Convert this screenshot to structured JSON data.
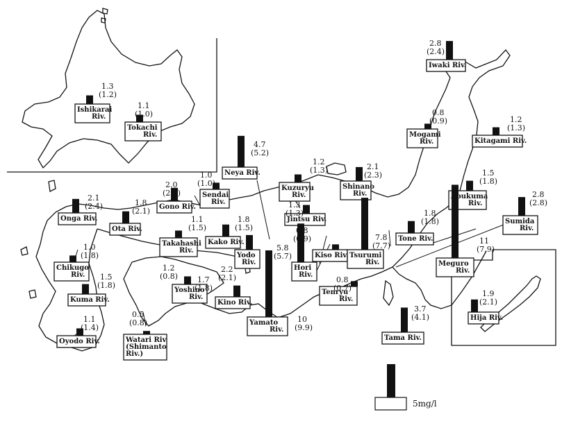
{
  "chart_data": {
    "type": "bar",
    "unit_label": "5mg/l",
    "legend_value": 5,
    "stations": [
      {
        "name": "Ishikarai",
        "sub": "Riv.",
        "value": "1.3",
        "value2": "(1.2)",
        "v": 1.3
      },
      {
        "name": "Tokachi",
        "sub": "Riv.",
        "value": "1.1",
        "value2": "(1.0)",
        "v": 1.1
      },
      {
        "name": "Iwaki Riv.",
        "sub": "",
        "value": "2.8",
        "value2": "(2.4)",
        "v": 2.8
      },
      {
        "name": "Mogami",
        "sub": "Riv.",
        "value": "0.8",
        "value2": "(0.9)",
        "v": 0.8
      },
      {
        "name": "Kitagami Riv.",
        "sub": "",
        "value": "1.2",
        "value2": "(1.3)",
        "v": 1.2
      },
      {
        "name": "Neya Riv.",
        "sub": "",
        "value": "4.7",
        "value2": "(5.2)",
        "v": 4.7
      },
      {
        "name": "Kuzuryu",
        "sub": "Riv.",
        "value": "1.2",
        "value2": "(1.3)",
        "v": 1.2
      },
      {
        "name": "Shinano",
        "sub": "Riv.",
        "value": "2.1",
        "value2": "(2.3)",
        "v": 2.1
      },
      {
        "name": "Sendai",
        "sub": "Riv.",
        "value": "1.0",
        "value2": "(1.0)",
        "v": 1.0
      },
      {
        "name": "Gono Riv.",
        "sub": "",
        "value": "2.0",
        "value2": "(2.4)",
        "v": 2.0
      },
      {
        "name": "Abukuma",
        "sub": "Riv.",
        "value": "1.5",
        "value2": "(1.8)",
        "v": 1.5
      },
      {
        "name": "Onga Riv.",
        "sub": "",
        "value": "2.1",
        "value2": "(2.4)",
        "v": 2.1
      },
      {
        "name": "Ota Riv.",
        "sub": "",
        "value": "1.8",
        "value2": "(2.1)",
        "v": 1.8
      },
      {
        "name": "Jintsu Riv.",
        "sub": "",
        "value": "1.3",
        "value2": "(1.3)",
        "v": 1.3
      },
      {
        "name": "Sumida",
        "sub": "Riv.",
        "value": "2.8",
        "value2": "(2.8)",
        "v": 2.8
      },
      {
        "name": "Takahashi",
        "sub": "Riv.",
        "value": "1.1",
        "value2": "(1.5)",
        "v": 1.1
      },
      {
        "name": "Kako Riv.",
        "sub": "",
        "value": "1.8",
        "value2": "(1.5)",
        "v": 1.8
      },
      {
        "name": "Tone Riv.",
        "sub": "",
        "value": "1.8",
        "value2": "(1.8)",
        "v": 1.8
      },
      {
        "name": "Kiso Riv.",
        "sub": "",
        "value": "0.8",
        "value2": "(0.9)",
        "v": 0.8
      },
      {
        "name": "Tsurumi",
        "sub": "Riv.",
        "value": "7.8",
        "value2": "(7.7)",
        "v": 7.8
      },
      {
        "name": "Meguro",
        "sub": "Riv.",
        "value": "11",
        "value2": "(7.9)",
        "v": 11
      },
      {
        "name": "Chikugo",
        "sub": "Riv.",
        "value": "1.0",
        "value2": "(1.8)",
        "v": 1.0
      },
      {
        "name": "Yodo",
        "sub": "Riv.",
        "value": "2.2",
        "value2": "(2.1)",
        "v": 2.2
      },
      {
        "name": "Hori",
        "sub": "Riv.",
        "value": "5.8",
        "value2": "(5.7)",
        "v": 5.8
      },
      {
        "name": "Kuma Riv.",
        "sub": "",
        "value": "1.5",
        "value2": "(1.8)",
        "v": 1.5
      },
      {
        "name": "Yoshino",
        "sub": "Riv.",
        "value": "1.2",
        "value2": "(0.8)",
        "v": 1.2
      },
      {
        "name": "Kino Riv.",
        "sub": "",
        "value": "1.7",
        "value2": "(1.8)",
        "v": 1.7
      },
      {
        "name": "Tenryu",
        "sub": "Riv.",
        "value": "0.8",
        "value2": "(0.7)",
        "v": 0.8
      },
      {
        "name": "Oyodo Riv.",
        "sub": "",
        "value": "1.1",
        "value2": "(1.4)",
        "v": 1.1
      },
      {
        "name": "Yamato",
        "sub": "Riv.",
        "value": "10",
        "value2": "(9.9)",
        "v": 10
      },
      {
        "name": "Tama Riv.",
        "sub": "",
        "value": "3.7",
        "value2": "(4.1)",
        "v": 3.7
      },
      {
        "name": "Hija Riv.",
        "sub": "",
        "value": "1.9",
        "value2": "(2.1)",
        "v": 1.9
      },
      {
        "name": "Watari Riv",
        "sub": "(Shimanto",
        "sub2": "Riv.)",
        "value": "0.5",
        "value2": "(0.8)",
        "v": 0.5
      }
    ]
  }
}
